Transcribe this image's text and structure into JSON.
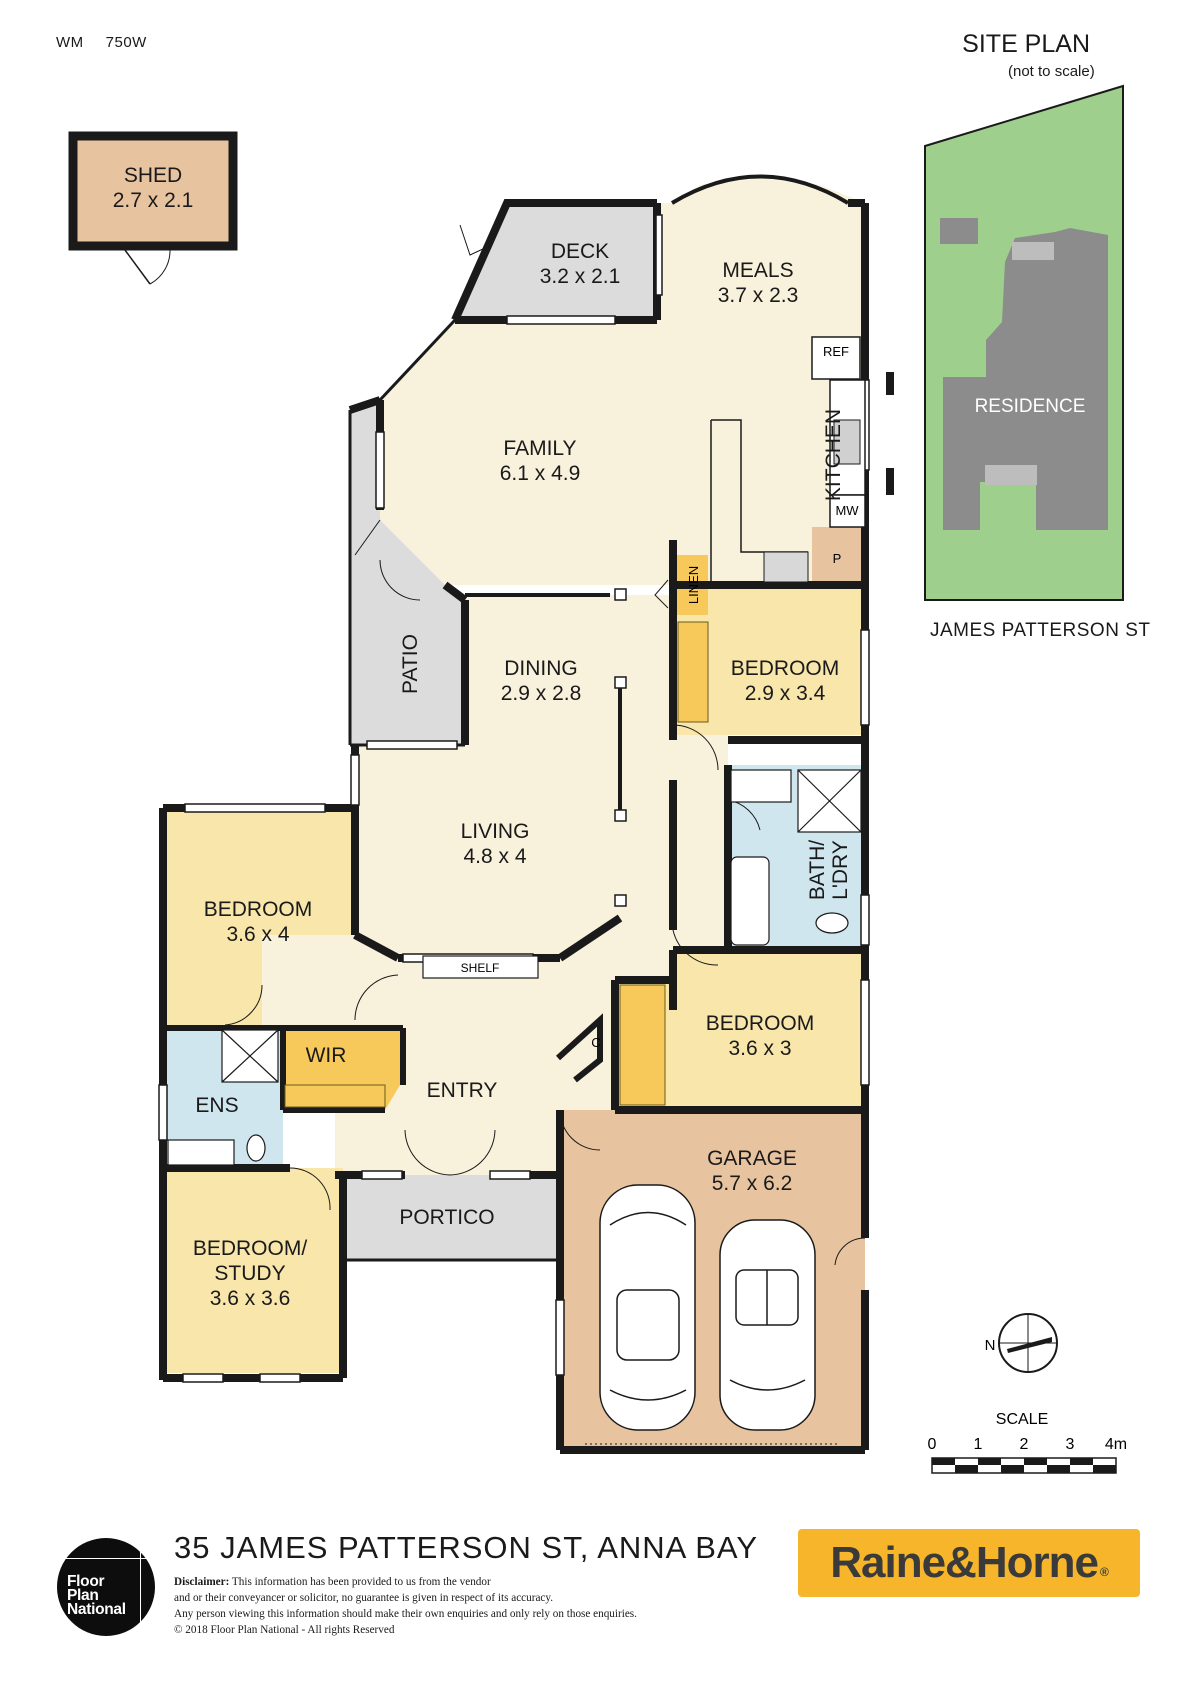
{
  "header": {
    "wm": "WM",
    "watts": "750W",
    "site_plan_title": "SITE PLAN",
    "site_plan_note": "(not to scale)",
    "street_label": "JAMES PATTERSON ST",
    "residence_label": "RESIDENCE"
  },
  "rooms": {
    "shed": {
      "name": "SHED",
      "size": "2.7 x 2.1"
    },
    "deck": {
      "name": "DECK",
      "size": "3.2 x 2.1"
    },
    "meals": {
      "name": "MEALS",
      "size": "3.7 x 2.3"
    },
    "family": {
      "name": "FAMILY",
      "size": "6.1 x 4.9"
    },
    "kitchen": {
      "name": "KITCHEN"
    },
    "dining": {
      "name": "DINING",
      "size": "2.9 x 2.8"
    },
    "living": {
      "name": "LIVING",
      "size": "4.8 x 4"
    },
    "patio": {
      "name": "PATIO"
    },
    "bedroom_2": {
      "name": "BEDROOM",
      "size": "2.9 x 3.4"
    },
    "bath": {
      "line1": "BATH/",
      "line2": "L'DRY"
    },
    "bedroom_3": {
      "name": "BEDROOM",
      "size": "3.6 x 3"
    },
    "bedroom_main": {
      "name": "BEDROOM",
      "size": "3.6 x 4"
    },
    "wir": {
      "name": "WIR"
    },
    "ens": {
      "name": "ENS"
    },
    "entry": {
      "name": "ENTRY"
    },
    "portico": {
      "name": "PORTICO"
    },
    "study": {
      "line1": "BEDROOM/",
      "line2": "STUDY",
      "size": "3.6 x 3.6"
    },
    "garage": {
      "name": "GARAGE",
      "size": "5.7 x 6.2"
    }
  },
  "fixtures": {
    "ref": "REF",
    "mw": "MW",
    "pantry": "P",
    "linen": "LINEN",
    "shelf": "SHELF",
    "cupboard": "C"
  },
  "compass": {
    "north": "N"
  },
  "scale": {
    "title": "SCALE",
    "ticks": [
      "0",
      "1",
      "2",
      "3",
      "4m"
    ]
  },
  "footer": {
    "address": "35 JAMES PATTERSON ST, ANNA BAY",
    "disclaimer_title": "Disclaimer:",
    "disclaimer_line1": "This information has been provided to us from the vendor",
    "disclaimer_line2": "and or their conveyancer or solicitor, no guarantee is given in respect of its accuracy.",
    "disclaimer_line3": "Any person viewing this information should make their own enquiries and only rely on those enquiries.",
    "copyright": "© 2018 Floor Plan National - All rights Reserved",
    "logo_line1": "Floor",
    "logo_line2": "Plan",
    "logo_line3": "National",
    "brand": "Raine&Horne",
    "brand_mark": "®"
  },
  "colors": {
    "living_fill": "#f8f1dc",
    "bedroom_fill": "#f8e6aa",
    "garage_fill": "#e8c3a0",
    "deck_fill": "#dcdcdc",
    "bath_fill": "#cfe6ee",
    "site_green": "#9fcf8c",
    "residence_grey": "#8c8c8c",
    "brand_orange": "#f6b52b",
    "wall": "#1a1a1a"
  }
}
